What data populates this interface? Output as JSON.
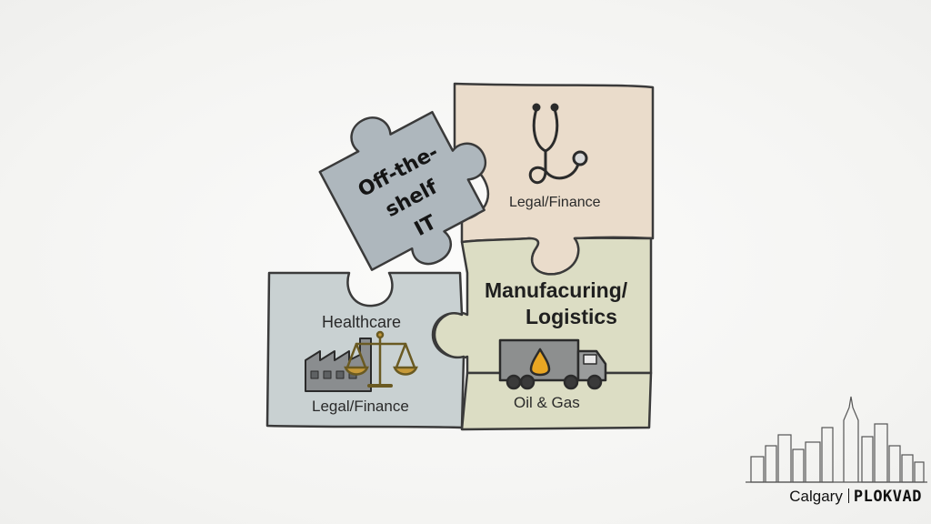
{
  "pieces": {
    "grey_piece": {
      "label_lines": [
        "Off-the-",
        "shelf",
        "IT"
      ],
      "fill": "#aeb7bd"
    },
    "top_right_piece": {
      "label": "Legal/Finance",
      "icon": "stethoscope-icon",
      "fill": "#eadccb"
    },
    "center_piece": {
      "label_lines": [
        "Manufacuring/",
        "Logistics"
      ],
      "fill": "#dcddc4"
    },
    "bottom_right_piece": {
      "label": "Oil & Gas",
      "icon": "tanker-truck-icon",
      "fill": "#dcddc4"
    },
    "left_piece": {
      "top_label": "Healthcare",
      "bottom_label": "Legal/Finance",
      "icons": [
        "factory-icon",
        "scales-icon"
      ],
      "fill": "#c9d1d2"
    }
  },
  "brand": {
    "city": "Calgary",
    "name": "PLOKVAD",
    "icon": "city-skyline-icon"
  }
}
